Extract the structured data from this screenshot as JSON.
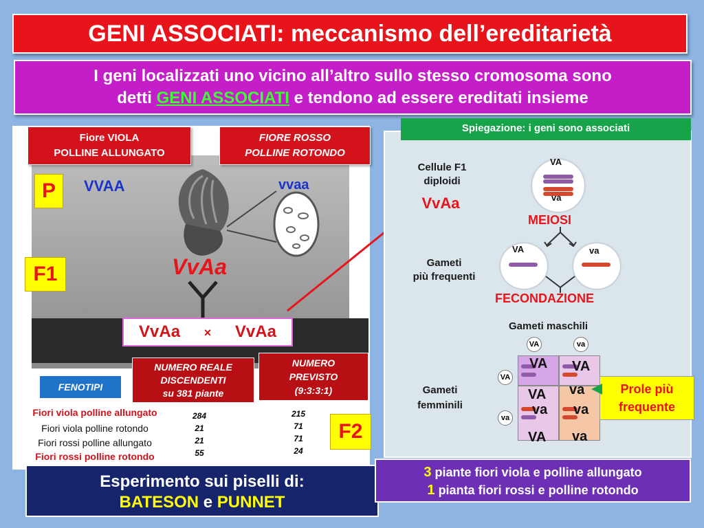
{
  "title": "GENI ASSOCIATI: meccanismo dell’ereditarietà",
  "subtitle": {
    "line1": "I geni localizzati uno vicino all’altro sullo stesso cromosoma sono",
    "line2_a": "detti",
    "highlight": "GENI ASSOCIATI",
    "line2_b": "e tendono ad essere ereditati insieme"
  },
  "left": {
    "parent1_label": [
      "Fiore VIOLA",
      "POLLINE ALLUNGATO"
    ],
    "parent2_label": [
      "FIORE ROSSO",
      "POLLINE ROTONDO"
    ],
    "p_label": "P",
    "p1_genotype": "VVAA",
    "p2_genotype": "vvaa",
    "f1_label": "F1",
    "f1_genotype": "VvAa",
    "cross_left": "VvAa",
    "cross_symbol": "×",
    "cross_right": "VvAa",
    "real_header": [
      "NUMERO REALE",
      "DISCENDENTI",
      "su 381 piante"
    ],
    "expected_header": [
      "NUMERO",
      "PREVISTO",
      "(9:3:3:1)"
    ],
    "fenotipi": "FENOTIPI",
    "phenotypes": [
      "Fiori viola polline allungato",
      "Fiori viola polline rotondo",
      "Fiori rossi polline allungato",
      "Fiori rossi polline rotondo"
    ],
    "real_counts": [
      "284",
      "21",
      "21",
      "55"
    ],
    "expected_counts": [
      "215",
      "71",
      "71",
      "24"
    ],
    "f2_label": "F2",
    "experiment_line1": "Esperimento sui piselli di:",
    "experiment_b1": "BATESON",
    "experiment_e": "e",
    "experiment_b2": "PUNNET"
  },
  "right": {
    "header": "Spiegazione: i geni sono associati",
    "f1_cells": [
      "Cellule F1",
      "diploidi"
    ],
    "f1_genotype": "VvAa",
    "top_VA": "VA",
    "top_va": "va",
    "meiosi": "MEIOSI",
    "gamete_VA": "VA",
    "gamete_va": "va",
    "gameti_freq": [
      "Gameti",
      "più frequenti"
    ],
    "fecondazione": "FECONDAZIONE",
    "gameti_maschili": "Gameti maschili",
    "male_1": "VA",
    "male_2": "va",
    "gameti_femminili": [
      "Gameti",
      "femminili"
    ],
    "female_1": "VA",
    "female_2": "va",
    "grid": [
      [
        "VA",
        "VA",
        "VA",
        "VA"
      ],
      [
        "VA",
        "va",
        "va",
        "va"
      ],
      [
        "va",
        "VA",
        "va",
        "va"
      ]
    ],
    "cell_tl": [
      "VA",
      "VA"
    ],
    "cell_tr": [
      "VA",
      "va"
    ],
    "cell_bl": [
      "va",
      "VA"
    ],
    "cell_br": [
      "va",
      "va"
    ],
    "prole": [
      "Prole più",
      "frequente"
    ],
    "bottom1_num": "3",
    "bottom1_text": "piante  fiori viola e polline allungato",
    "bottom2_num": "1",
    "bottom2_text": "pianta  fiori rossi e polline rotondo"
  }
}
